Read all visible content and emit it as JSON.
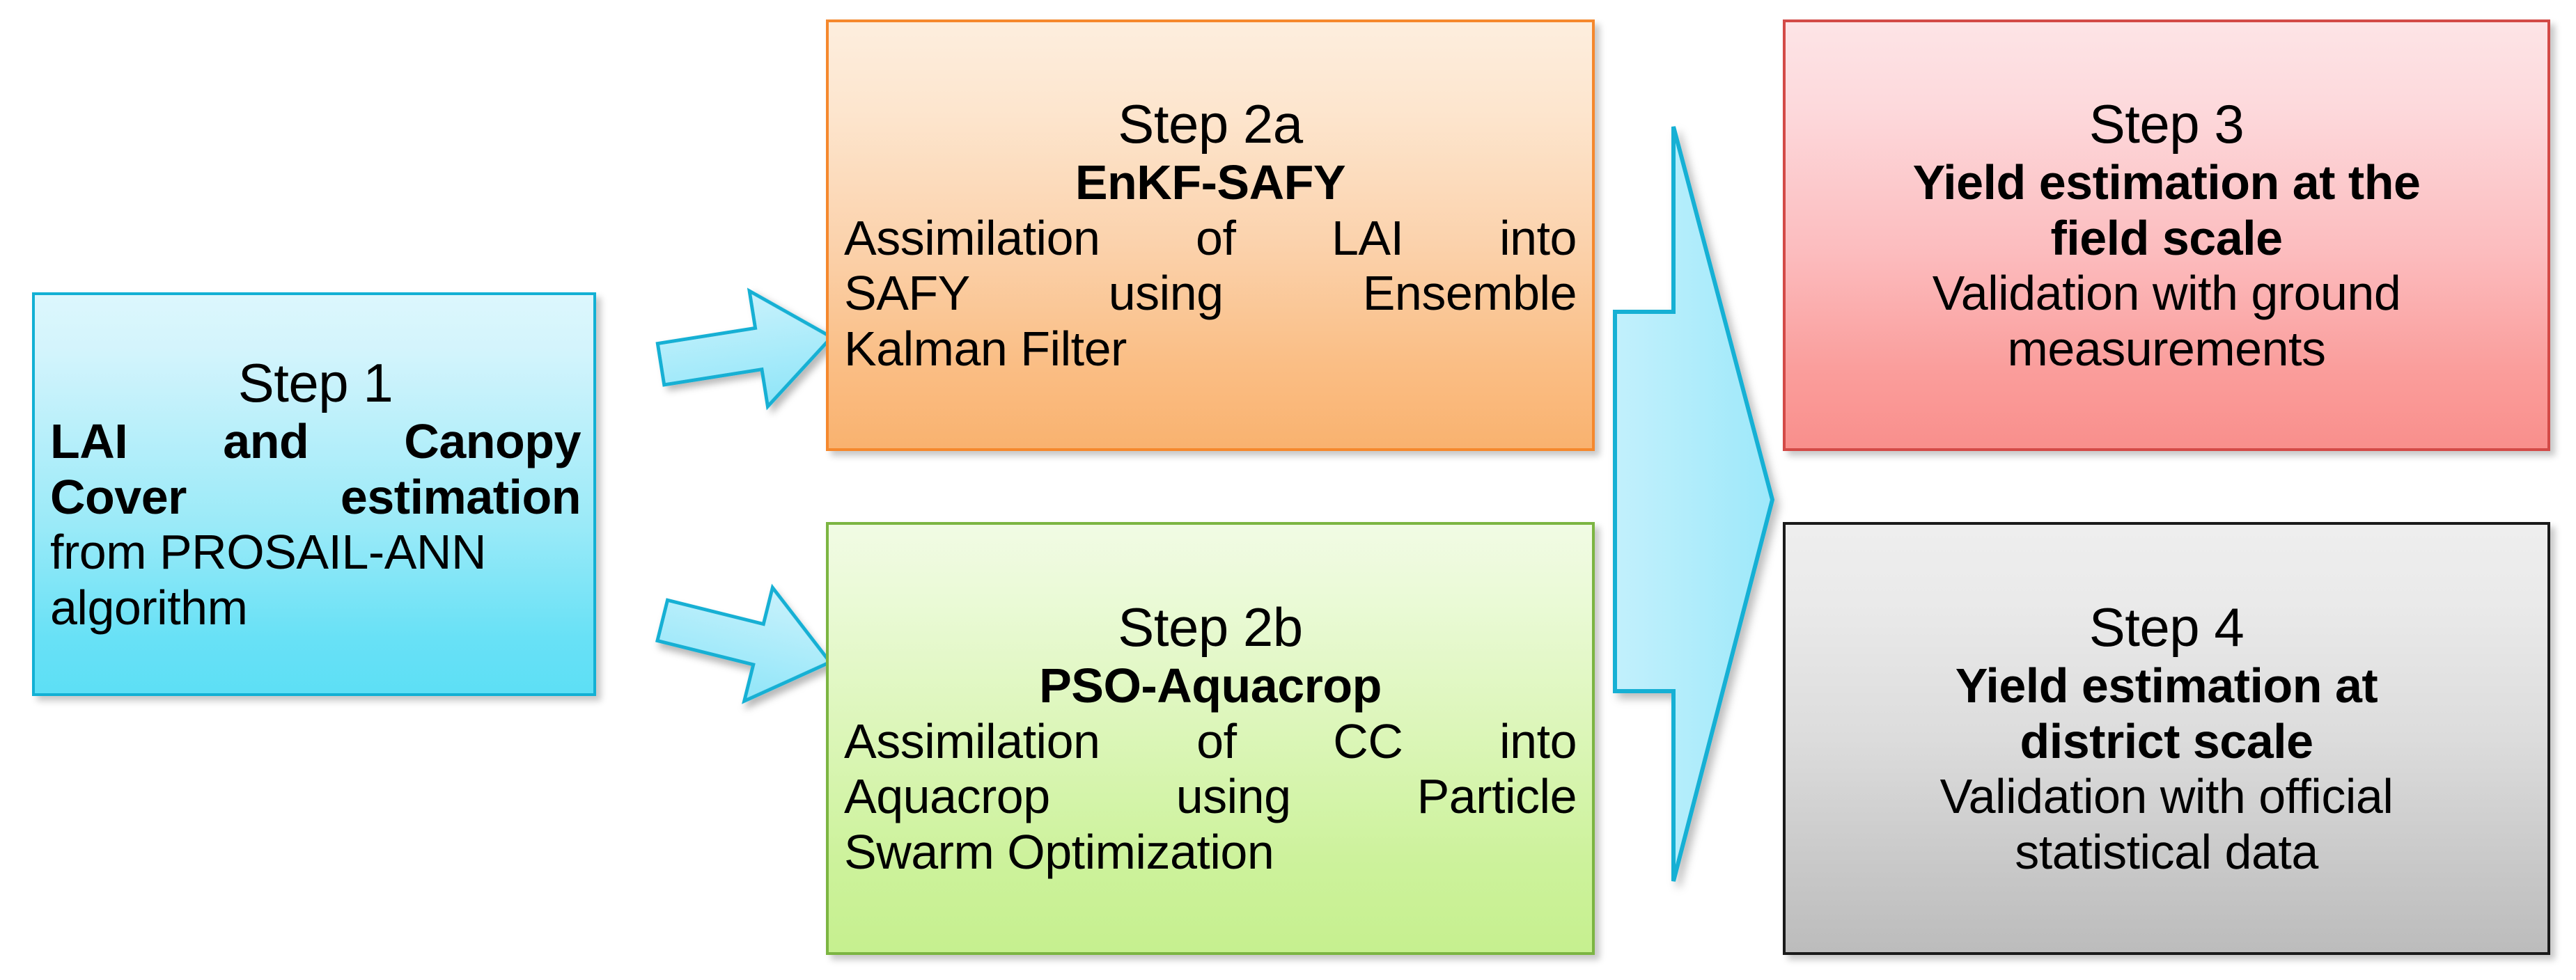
{
  "diagram": {
    "title": "Crop yield estimation methodology flowchart",
    "type": "flowchart",
    "orientation": "left-to-right"
  },
  "colors": {
    "step1_border": "#12b0d4",
    "step1_fill_top": "#dcf7fd",
    "step1_fill_bottom": "#5ddff5",
    "step2a_border": "#f5882d",
    "step2a_fill_top": "#fdeede",
    "step2a_fill_bottom": "#f9b26f",
    "step2b_border": "#7cb542",
    "step2b_fill_top": "#f1fbe4",
    "step2b_fill_bottom": "#c6f08f",
    "step3_border": "#d34a47",
    "step3_fill_top": "#fde4e6",
    "step3_fill_bottom": "#f98f8c",
    "step4_border": "#1a1a1a",
    "step4_fill_top": "#eeeeee",
    "step4_fill_bottom": "#bcbcbc",
    "arrow_fill": "#b4edfb",
    "arrow_stroke": "#12b0d4"
  },
  "step1": {
    "heading": "Step 1",
    "bold_lines": [
      "LAI and Canopy",
      "Cover estimation"
    ],
    "body_lines": [
      "from PROSAIL-ANN",
      "algorithm"
    ]
  },
  "step2a": {
    "heading": "Step 2a",
    "subtitle": "EnKF-SAFY",
    "body_lines": [
      "Assimilation of LAI into",
      "SAFY using Ensemble",
      "Kalman Filter"
    ]
  },
  "step2b": {
    "heading": "Step 2b",
    "subtitle": "PSO-Aquacrop",
    "body_lines": [
      "Assimilation of CC into",
      "Aquacrop using Particle",
      "Swarm Optimization"
    ]
  },
  "step3": {
    "heading": "Step 3",
    "bold_lines": [
      "Yield estimation at the",
      "field scale"
    ],
    "body_lines": [
      "Validation with ground",
      "measurements"
    ]
  },
  "step4": {
    "heading": "Step 4",
    "bold_lines": [
      "Yield estimation at",
      "district scale"
    ],
    "body_lines": [
      "Validation with official",
      "statistical data"
    ]
  },
  "connectors": [
    {
      "id": "arrow-step1-to-step2a",
      "label": "arrow from Step 1 to Step 2a",
      "direction": "right-up"
    },
    {
      "id": "arrow-step1-to-step2b",
      "label": "arrow from Step 1 to Step 2b",
      "direction": "right-down"
    },
    {
      "id": "arrow-step2-to-step34",
      "label": "large arrow from Step 2a and Step 2b to Step 3 and Step 4",
      "direction": "right"
    }
  ]
}
